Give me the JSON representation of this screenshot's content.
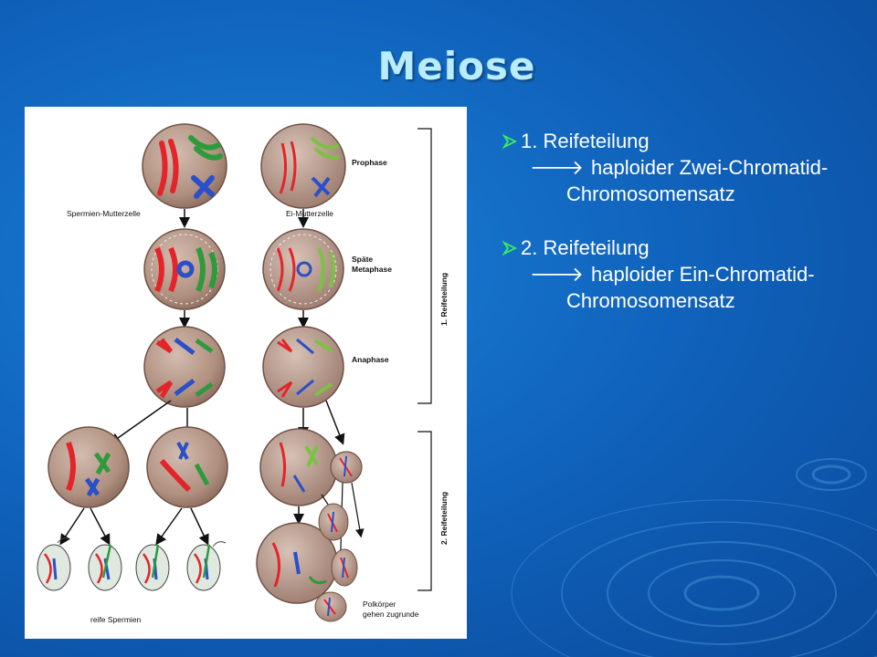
{
  "slide": {
    "title": "Meiose"
  },
  "figure": {
    "labels": {
      "spermien_mutterzelle": "Spermien-Mutterzelle",
      "ei_mutterzelle": "Ei-Mutterzelle",
      "prophase": "Prophase",
      "spaete": "Späte",
      "metaphase": "Metaphase",
      "anaphase": "Anaphase",
      "reifeteilung1": "1. Reifeteilung",
      "reifeteilung2": "2. Reifeteilung",
      "reife_spermien": "reife Spermien",
      "polkoerper_1": "Polkörper",
      "polkoerper_2": "gehen zugrunde"
    },
    "colors": {
      "cell": "#b89a8c",
      "cell_dark": "#8f6f62",
      "red": "#e3242b",
      "green": "#2e9a3c",
      "blue": "#2a4fc8",
      "light_green": "#7cc242"
    }
  },
  "bullets": [
    {
      "head": "1. Reifeteilung",
      "arrow": "🡒",
      "line1": "haploider Zwei-Chromatid-",
      "line2": "Chromosomensatz"
    },
    {
      "head": "2. Reifeteilung",
      "arrow": "🡒",
      "line1": "haploider Ein-Chromatid-",
      "line2": "Chromosomensatz"
    }
  ],
  "theme": {
    "background": "#1568c4",
    "title_color": "#b9ecff",
    "bullet_marker": "#3cf05a"
  }
}
